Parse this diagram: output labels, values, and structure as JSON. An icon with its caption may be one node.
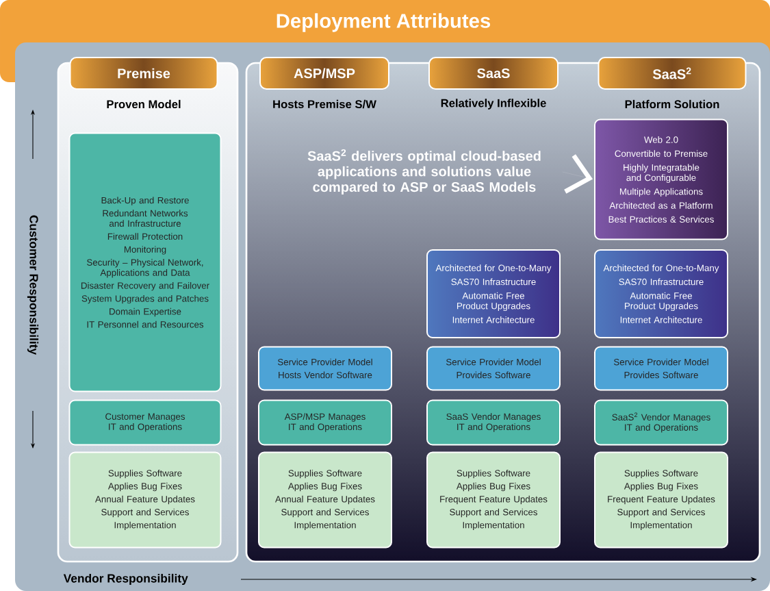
{
  "diagram": {
    "title": "Deployment Attributes",
    "nodes": [
      {
        "text": [],
        "shape": "box"
      },
      {
        "text": [],
        "shape": "box"
      },
      {
        "text": [
          "Premise"
        ],
        "beside": [
          "Proven Model"
        ]
      },
      {
        "text": [
          "ASP/MSP"
        ],
        "beside": [
          "Hosts Premise S/W"
        ]
      },
      {
        "text": [
          "SaaS"
        ],
        "beside": [
          "Relatively Inflexible"
        ]
      },
      {
        "text": [
          "SaaS$^{2}$"
        ],
        "beside": [
          "Platform Solution"
        ]
      },
      {
        "text": [
          "SaaS$^{2}$ delivers optimal cloud-based applications and solutions value compared to ASP or SaaS Models"
        ],
        "in": 1
      },
      {
        "text": [
          "Web 2.0",
          "Convertible to Premise",
          "Highly Integratable and Configurable",
          "Multiple Applications",
          "Architected as a Platform",
          "Best Practices & Services"
        ],
        "in": 1
      },
      {
        "text": [
          "Back-Up and Restore",
          "Redundant Networks and Infrastructure",
          "Firewall Protection",
          "Monitoring",
          "Security – Physical Network, Applications and Data",
          "Disaster Recovery and Failover",
          "System Upgrades and Patches",
          "Domain Expertise",
          "IT Personnel and Resources"
        ],
        "in": 0
      },
      {
        "text": [
          "Architected for One-to-Many",
          "SAS70 Infrastructure",
          "Automatic Free Product Upgrades",
          "Internet Architecture"
        ],
        "in": 1
      },
      {
        "text": [
          "Architected for One-to-Many",
          "SAS70 Infrastructure",
          "Automatic Free Product Upgrades",
          "Internet Architecture"
        ],
        "in": 1
      },
      {
        "text": [
          "Service Provider Model",
          "Hosts Vendor Software"
        ],
        "in": 1
      },
      {
        "text": [
          "Service Provider Model",
          "Provides Software"
        ],
        "in": 1
      },
      {
        "text": [
          "Service Provider Model",
          "Provides Software"
        ],
        "in": 1
      },
      {
        "text": [
          "Customer Manages IT and Operations"
        ],
        "in": 0
      },
      {
        "text": [
          "ASP/MSP Manages IT and Operations"
        ],
        "in": 1
      },
      {
        "text": [
          "SaaS Vendor Manages IT and Operations"
        ],
        "in": 1
      },
      {
        "text": [
          "SaaS$^{2}$ Vendor Manages IT and Operations"
        ],
        "in": 1
      },
      {
        "text": [
          "Supplies Software",
          "Applies Bug Fixes",
          "Annual Feature Updates",
          "Support and Services",
          "Implementation"
        ],
        "in": 0
      },
      {
        "text": [
          "Supplies Software",
          "Applies Bug Fixes",
          "Annual Feature Updates",
          "Support and Services",
          "Implementation"
        ],
        "in": 1
      },
      {
        "text": [
          "Supplies Software",
          "Applies Bug Fixes",
          "Frequent Feature Updates",
          "Support and Services",
          "Implementation"
        ],
        "in": 1
      },
      {
        "text": [
          "Supplies Software",
          "Applies Bug Fixes",
          "Frequent Feature Updates",
          "Support and Services",
          "Implementation"
        ],
        "in": 1
      }
    ],
    "edges": [
      {
        "from": 6,
        "to": 7,
        "arrow": "to"
      }
    ],
    "labels": [
      "Customer Responsibility",
      "Vendor Responsibility"
    ]
  }
}
